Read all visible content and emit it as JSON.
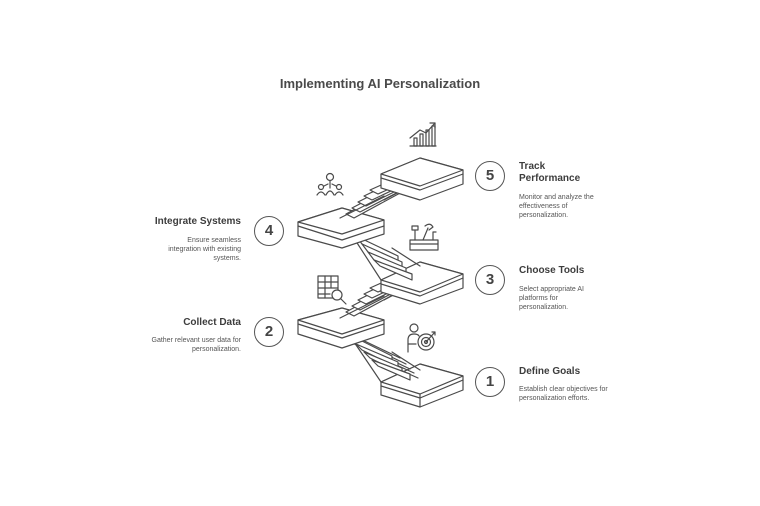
{
  "title": "Implementing AI Personalization",
  "steps": [
    {
      "number": "1",
      "label": "Define Goals",
      "description": "Establish clear objectives for personalization efforts.",
      "icon": "target-person-icon"
    },
    {
      "number": "2",
      "label": "Collect Data",
      "description": "Gather relevant user data for personalization.",
      "icon": "spreadsheet-search-icon"
    },
    {
      "number": "3",
      "label": "Choose Tools",
      "description": "Select appropriate AI platforms for personalization.",
      "icon": "toolbox-icon"
    },
    {
      "number": "4",
      "label": "Integrate Systems",
      "description": "Ensure seamless integration with existing systems.",
      "icon": "network-people-icon"
    },
    {
      "number": "5",
      "label": "Track Performance",
      "description": "Monitor and analyze the effectiveness of personalization.",
      "icon": "growth-chart-icon"
    }
  ]
}
